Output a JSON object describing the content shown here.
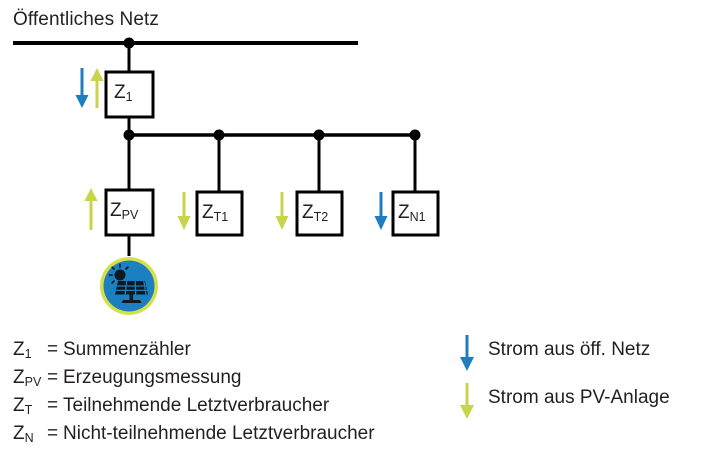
{
  "diagram": {
    "title": "Öffentliches Netz",
    "colors": {
      "grid_blue": "#1f7ec0",
      "pv_green": "#c8d44a",
      "line_black": "#000000",
      "icon_circle": "#1b7fc0",
      "icon_ring": "#d6e04b",
      "text": "#231f20",
      "background": "#ffffff"
    },
    "meters": [
      {
        "id": "z1",
        "symbol": "Z",
        "subscript": "1",
        "arrows": [
          "down-blue",
          "up-green"
        ]
      },
      {
        "id": "zpv",
        "symbol": "Z",
        "subscript": "PV",
        "arrows": [
          "up-green"
        ]
      },
      {
        "id": "zt1",
        "symbol": "Z",
        "subscript": "T1",
        "arrows": [
          "down-green"
        ]
      },
      {
        "id": "zt2",
        "symbol": "Z",
        "subscript": "T2",
        "arrows": [
          "down-green"
        ]
      },
      {
        "id": "zn1",
        "symbol": "Z",
        "subscript": "N1",
        "arrows": [
          "down-blue"
        ]
      }
    ],
    "pv_icon": {
      "name": "solar-panel-icon"
    }
  },
  "legend_definitions": [
    {
      "symbol": "Z",
      "subscript": "1",
      "eq": "=",
      "text": "Summenzähler"
    },
    {
      "symbol": "Z",
      "subscript": "PV",
      "eq": "=",
      "text": "Erzeugungsmessung"
    },
    {
      "symbol": "Z",
      "subscript": "T",
      "eq": "=",
      "text": "Teilnehmende Letztverbraucher"
    },
    {
      "symbol": "Z",
      "subscript": "N",
      "eq": "=",
      "text": "Nicht-teilnehmende Letztverbraucher"
    }
  ],
  "legend_flows": [
    {
      "arrow": "down-blue",
      "color": "#1f7ec0",
      "text": "Strom aus öff. Netz"
    },
    {
      "arrow": "down-green",
      "color": "#c8d44a",
      "text": "Strom aus PV-Anlage"
    }
  ]
}
